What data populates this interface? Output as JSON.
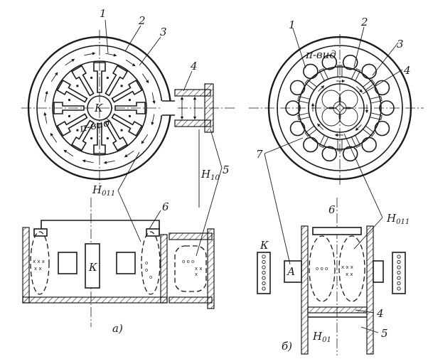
{
  "labels": {
    "n1": "1",
    "n2": "2",
    "n3": "3",
    "n4": "4",
    "n5": "5",
    "n6": "6",
    "n7": "7",
    "pi_mode": "π-вид",
    "cathode": "К",
    "h011_main": "H",
    "h011_sub": "011",
    "h10_main": "H",
    "h10_sub": "10",
    "h01_main": "H",
    "h01_sub": "01",
    "A": "А",
    "cap_a": "а)",
    "cap_b": "б)"
  }
}
